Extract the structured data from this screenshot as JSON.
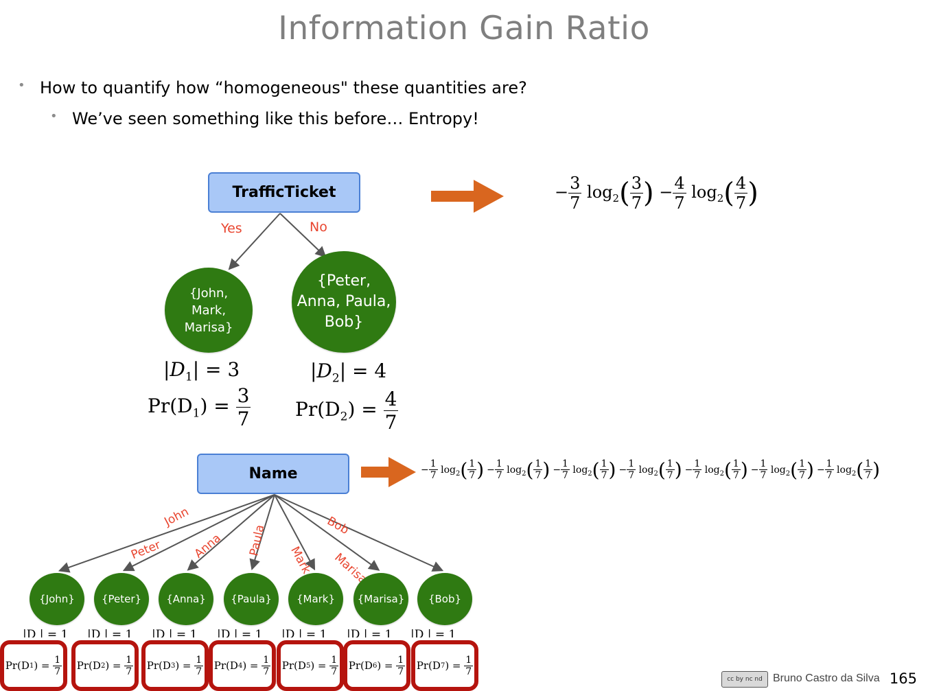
{
  "slide": {
    "title": "Information Gain Ratio",
    "bullets": [
      "How to quantify how “homogeneous\" these quantities are?",
      "We’ve seen something like this before… Entropy!"
    ],
    "footer_author": "Bruno Castro da Silva",
    "page_number": "165",
    "license_badge": "cc by nc nd"
  },
  "tree1": {
    "root_label": "TrafficTicket",
    "edge_labels": [
      "Yes",
      "No"
    ],
    "leaves": [
      "{John,\nMark,\nMarisa}",
      "{Peter,\nAnna, Paula,\nBob}"
    ],
    "counts": [
      {
        "lhs": "|D",
        "sub": "1",
        "rhs": "| = 3"
      },
      {
        "lhs": "|D",
        "sub": "2",
        "rhs": "| = 4"
      }
    ],
    "probs": [
      {
        "lhs": "Pr(D",
        "sub": "1",
        "rhs": ") =",
        "num": "3",
        "den": "7"
      },
      {
        "lhs": "Pr(D",
        "sub": "2",
        "rhs": ") =",
        "num": "4",
        "den": "7"
      }
    ],
    "entropy_terms": [
      {
        "sign": "−",
        "num": "3",
        "den": "7"
      },
      {
        "sign": "−",
        "num": "4",
        "den": "7"
      }
    ],
    "log_text": "log",
    "log_base": "2"
  },
  "tree2": {
    "root_label": "Name",
    "edge_labels": [
      "John",
      "Peter",
      "Anna",
      "Paula",
      "Mark",
      "Marisa",
      "Bob"
    ],
    "leaves": [
      "{John}",
      "{Peter}",
      "{Anna}",
      "{Paula}",
      "{Mark}",
      "{Marisa}",
      "{Bob}"
    ],
    "count_text": "|D | = 1",
    "probs": [
      {
        "lhs": "Pr(D",
        "sub": "1",
        "rhs": ") =",
        "num": "1",
        "den": "7"
      },
      {
        "lhs": "Pr(D",
        "sub": "2",
        "rhs": ") =",
        "num": "1",
        "den": "7"
      },
      {
        "lhs": "Pr(D",
        "sub": "3",
        "rhs": ") =",
        "num": "1",
        "den": "7"
      },
      {
        "lhs": "Pr(D",
        "sub": "4",
        "rhs": ") =",
        "num": "1",
        "den": "7"
      },
      {
        "lhs": "Pr(D",
        "sub": "5",
        "rhs": ") =",
        "num": "1",
        "den": "7"
      },
      {
        "lhs": "Pr(D",
        "sub": "6",
        "rhs": ") =",
        "num": "1",
        "den": "7"
      },
      {
        "lhs": "Pr(D",
        "sub": "7",
        "rhs": ") =",
        "num": "1",
        "den": "7"
      }
    ],
    "entropy_terms": [
      {
        "sign": "−",
        "num": "1",
        "den": "7"
      },
      {
        "sign": "−",
        "num": "1",
        "den": "7"
      },
      {
        "sign": "−",
        "num": "1",
        "den": "7"
      },
      {
        "sign": "−",
        "num": "1",
        "den": "7"
      },
      {
        "sign": "−",
        "num": "1",
        "den": "7"
      },
      {
        "sign": "−",
        "num": "1",
        "den": "7"
      },
      {
        "sign": "−",
        "num": "1",
        "den": "7"
      }
    ]
  },
  "colors": {
    "arrow": "#d9661f",
    "leaf_fill": "#2f7a12",
    "root_fill": "#a9c8f7",
    "edge_label": "#e8452f",
    "box_border": "#b5140e"
  }
}
